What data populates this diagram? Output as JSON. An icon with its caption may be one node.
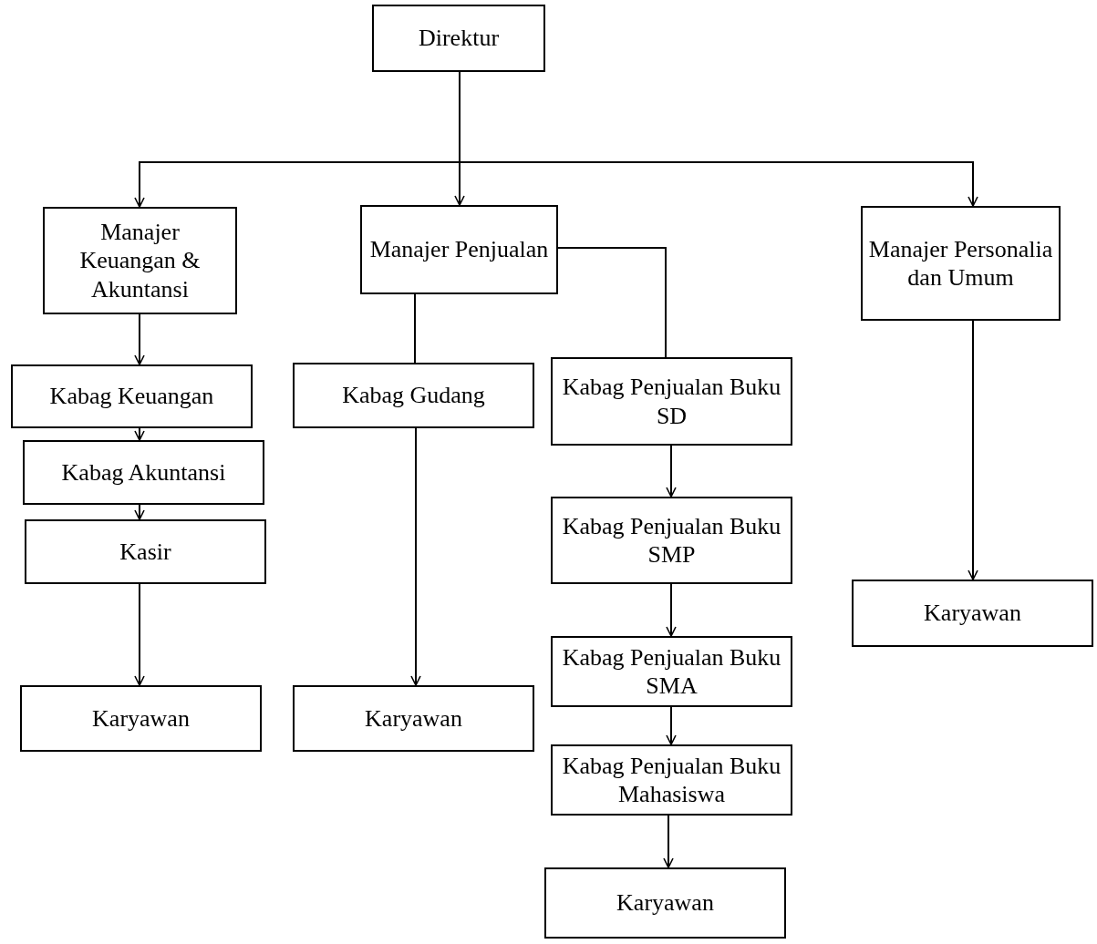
{
  "diagram": {
    "nodes": [
      {
        "text": [
          "Direktur"
        ]
      },
      {
        "text": [
          "Manajer Keuangan & Akuntansi"
        ]
      },
      {
        "text": [
          "Manajer Penjualan"
        ]
      },
      {
        "text": [
          "Manajer Personalia dan Umum"
        ]
      },
      {
        "text": [
          "Kabag Keuangan"
        ]
      },
      {
        "text": [
          "Kabag Gudang"
        ]
      },
      {
        "text": [
          "Kabag Penjualan Buku SD"
        ]
      },
      {
        "text": [
          "Kabag Akuntansi"
        ]
      },
      {
        "text": [
          "Kabag Penjualan Buku SMP"
        ]
      },
      {
        "text": [
          "Kasir"
        ]
      },
      {
        "text": [
          "Kabag Penjualan Buku SMA"
        ]
      },
      {
        "text": [
          "Karyawan"
        ]
      },
      {
        "text": [
          "Karyawan"
        ]
      },
      {
        "text": [
          "Karyawan"
        ]
      },
      {
        "text": [
          "Kabag Penjualan Buku Mahasiswa"
        ]
      },
      {
        "text": [
          "Karyawan"
        ]
      }
    ],
    "edges": [
      {
        "from": 0,
        "to": 1,
        "arrow": "to"
      },
      {
        "from": 0,
        "to": 2,
        "arrow": "to"
      },
      {
        "from": 0,
        "to": 3,
        "arrow": "to"
      },
      {
        "from": 1,
        "to": 4,
        "arrow": "to"
      },
      {
        "from": 4,
        "to": 7,
        "arrow": "to"
      },
      {
        "from": 7,
        "to": 9,
        "arrow": "to"
      },
      {
        "from": 9,
        "to": 11,
        "arrow": "to"
      },
      {
        "from": 2,
        "to": 5,
        "arrow": "none"
      },
      {
        "from": 2,
        "to": 6,
        "arrow": "none"
      },
      {
        "from": 5,
        "to": 12,
        "arrow": "to"
      },
      {
        "from": 6,
        "to": 8,
        "arrow": "to"
      },
      {
        "from": 8,
        "to": 10,
        "arrow": "to"
      },
      {
        "from": 10,
        "to": 14,
        "arrow": "to"
      },
      {
        "from": 14,
        "to": 15,
        "arrow": "to"
      },
      {
        "from": 3,
        "to": 13,
        "arrow": "to"
      }
    ]
  }
}
